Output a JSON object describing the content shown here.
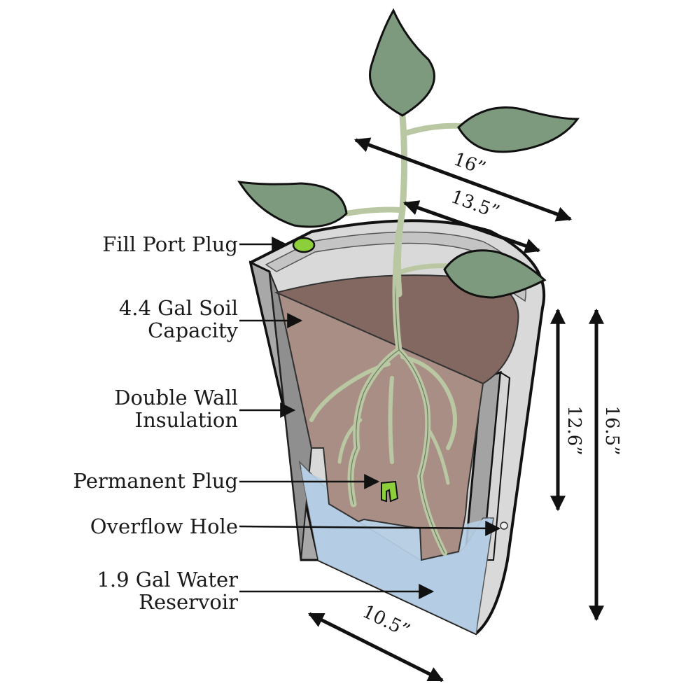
{
  "labels": {
    "fill_port_plug": "Fill Port Plug",
    "soil_line1": "4.4 Gal Soil",
    "soil_line2": "Capacity",
    "wall_line1": "Double Wall",
    "wall_line2": "Insulation",
    "permanent_plug": "Permanent Plug",
    "overflow_hole": "Overflow Hole",
    "water_line1": "1.9 Gal Water",
    "water_line2": "Reservoir"
  },
  "dimensions": {
    "top_outer": "16”",
    "top_inner": "13.5”",
    "height_inner": "12.6”",
    "height_outer": "16.5”",
    "bottom": "10.5”"
  },
  "colors": {
    "leaf": "#7e9a7e",
    "root": "#b9c8a3",
    "soil_dark": "#8a6a60",
    "soil_light": "#a98d82",
    "water": "#b5cde3",
    "pot_wall": "#d8d8d8",
    "pot_inner_wall": "#a3a3a3",
    "plug": "#8ccf3a"
  }
}
